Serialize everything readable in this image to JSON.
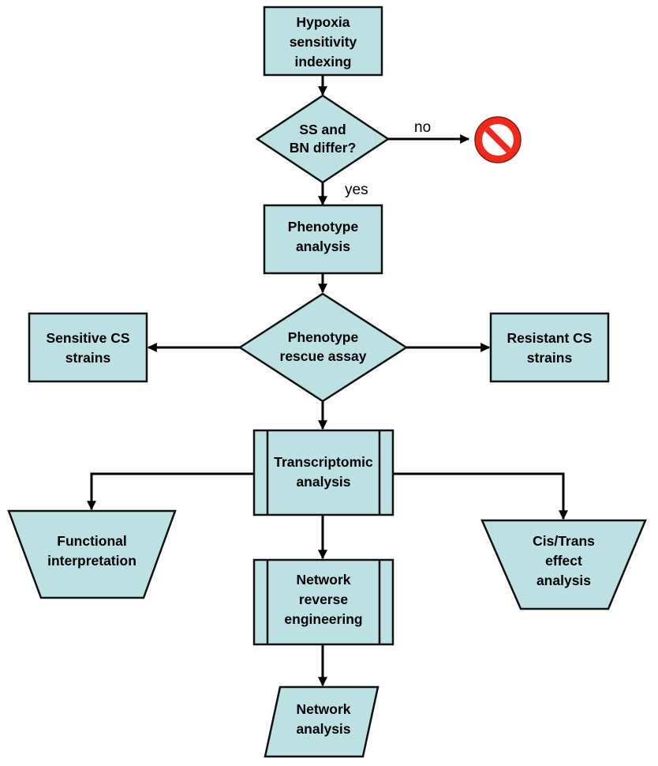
{
  "nodes": {
    "hypoxia": {
      "line1": "Hypoxia",
      "line2": "sensitivity",
      "line3": "indexing"
    },
    "differ": {
      "line1": "SS and",
      "line2": "BN differ?"
    },
    "phenotype_analysis": {
      "line1": "Phenotype",
      "line2": "analysis"
    },
    "rescue_assay": {
      "line1": "Phenotype",
      "line2": "rescue assay"
    },
    "sensitive": {
      "line1": "Sensitive CS",
      "line2": "strains"
    },
    "resistant": {
      "line1": "Resistant CS",
      "line2": "strains"
    },
    "transcriptomic": {
      "line1": "Transcriptomic",
      "line2": "analysis"
    },
    "functional": {
      "line1": "Functional",
      "line2": "interpretation"
    },
    "cistrans": {
      "line1": "Cis/Trans",
      "line2": "effect",
      "line3": "analysis"
    },
    "network_re": {
      "line1": "Network",
      "line2": "reverse",
      "line3": "engineering"
    },
    "network_analysis": {
      "line1": "Network",
      "line2": "analysis"
    }
  },
  "edges": {
    "no_label": "no",
    "yes_label": "yes"
  },
  "icons": {
    "stop": "prohibited-icon"
  },
  "colors": {
    "node_fill": "#bde0e3",
    "stop_red": "#ee2a1b"
  }
}
